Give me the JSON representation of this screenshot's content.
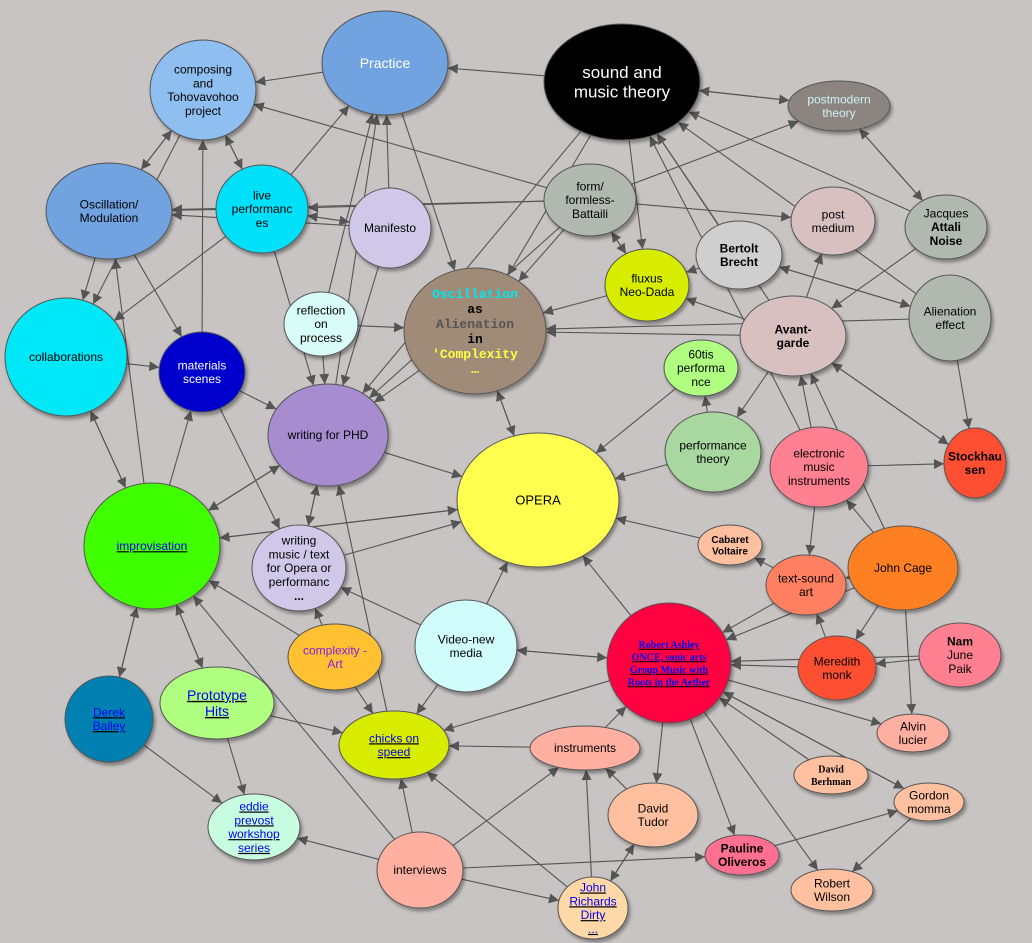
{
  "title": "concept map",
  "nodes": [
    {
      "id": "practice",
      "lines": [
        "Practice"
      ],
      "fill": "#6fa3e0",
      "color": "#ffffff"
    },
    {
      "id": "sound",
      "lines": [
        "sound and",
        "music theory"
      ],
      "fill": "#000000",
      "color": "#ffffff"
    },
    {
      "id": "composing",
      "lines": [
        "composing",
        "and",
        "Tohovavohoo",
        "project"
      ],
      "fill": "#8fbff0",
      "color": "#000000"
    },
    {
      "id": "postmodern",
      "lines": [
        "postmodern",
        "theory"
      ],
      "fill": "#8c8480",
      "color": "#d0f4f4"
    },
    {
      "id": "oscmod",
      "lines": [
        "Oscillation/",
        "Modulation"
      ],
      "fill": "#6fa3e0",
      "color": "#000000"
    },
    {
      "id": "live",
      "lines": [
        "live",
        "performanc",
        "es"
      ],
      "fill": "#00e0f8",
      "color": "#000000"
    },
    {
      "id": "manifesto",
      "lines": [
        "Manifesto"
      ],
      "fill": "#d0c8e8",
      "color": "#000000"
    },
    {
      "id": "form",
      "lines": [
        "form/",
        "formless-",
        "Battaili"
      ],
      "fill": "#b0b8b0",
      "color": "#000000"
    },
    {
      "id": "postmedium",
      "lines": [
        "post",
        "medium"
      ],
      "fill": "#d8c0c0",
      "color": "#000000"
    },
    {
      "id": "jacques",
      "lines": [
        "Jacques",
        "Attali",
        "Noise"
      ],
      "fill": "#b0b8b0",
      "color": "#000000",
      "boldLines": [
        1,
        2
      ]
    },
    {
      "id": "brecht",
      "lines": [
        "Bertolt",
        "Brecht"
      ],
      "fill": "#cfcfcf",
      "color": "#000000",
      "style": "bold"
    },
    {
      "id": "collab",
      "lines": [
        "collaborations"
      ],
      "fill": "#00e8f8",
      "color": "#000000"
    },
    {
      "id": "reflection",
      "lines": [
        "reflection",
        "on",
        "process"
      ],
      "fill": "#d8fcf8",
      "color": "#000000"
    },
    {
      "id": "oaaic",
      "lines": [
        "Oscillation",
        "as",
        "Alienation",
        "in",
        "'Complexity",
        "…"
      ],
      "fill": "#a08a78",
      "lineColors": [
        "#00e8f0",
        "#000000",
        "#555555",
        "#000000",
        "#ffff40",
        "#ffff40"
      ],
      "style": "mono"
    },
    {
      "id": "fluxus",
      "lines": [
        "fluxus",
        "Neo-Dada"
      ],
      "fill": "#d8ec00",
      "color": "#000000"
    },
    {
      "id": "alienation",
      "lines": [
        "Alienation",
        "effect"
      ],
      "fill": "#b0b8b0",
      "color": "#000000"
    },
    {
      "id": "avant",
      "lines": [
        "Avant-",
        "garde"
      ],
      "fill": "#d8c0c0",
      "color": "#000000",
      "style": "bold"
    },
    {
      "id": "materials",
      "lines": [
        "materials",
        "scenes"
      ],
      "fill": "#0000cc",
      "color": "#ffffff"
    },
    {
      "id": "sixties",
      "lines": [
        "60tis",
        "performa",
        "nce"
      ],
      "fill": "#b0ff80",
      "color": "#000000"
    },
    {
      "id": "phd",
      "lines": [
        "writing for PHD"
      ],
      "fill": "#a88cd0",
      "color": "#000000"
    },
    {
      "id": "opera",
      "lines": [
        "OPERA"
      ],
      "fill": "#ffff50",
      "color": "#000000"
    },
    {
      "id": "perftheory",
      "lines": [
        "performance",
        "theory"
      ],
      "fill": "#a8d8a0",
      "color": "#000000"
    },
    {
      "id": "electronic",
      "lines": [
        "electronic",
        "music",
        "instruments"
      ],
      "fill": "#ff8090",
      "color": "#000000"
    },
    {
      "id": "stockhausen",
      "lines": [
        "Stockhau",
        "sen"
      ],
      "fill": "#ff5030",
      "color": "#000000",
      "style": "bold"
    },
    {
      "id": "improv",
      "lines": [
        "improvisation"
      ],
      "fill": "#40ff00",
      "color": "#0000ee",
      "link": true
    },
    {
      "id": "writingmusic",
      "lines": [
        "writing",
        "music / text",
        "for Opera or",
        "performanc",
        "..."
      ],
      "fill": "#d0c8e8",
      "color": "#000000",
      "boldLines": [
        4
      ]
    },
    {
      "id": "cabaret",
      "lines": [
        "Cabaret",
        "Voltaire"
      ],
      "fill": "#ffc0a0",
      "color": "#000000",
      "style": "bold",
      "small": true
    },
    {
      "id": "cage",
      "lines": [
        "John Cage"
      ],
      "fill": "#ff8020",
      "color": "#000000"
    },
    {
      "id": "textsound",
      "lines": [
        "text-sound",
        "art"
      ],
      "fill": "#ff8060",
      "color": "#000000"
    },
    {
      "id": "ashley",
      "lines": [
        "Robert Ashley",
        "ONCE, sonic arts",
        "Group Music with",
        "Roots in the Aether"
      ],
      "fill": "#ff0040",
      "color": "#0000ee",
      "style": "serif",
      "link": true
    },
    {
      "id": "namjune",
      "lines": [
        "Nam",
        "June",
        "Paik"
      ],
      "fill": "#ff8090",
      "color": "#000000",
      "boldLines": [
        0
      ]
    },
    {
      "id": "meredith",
      "lines": [
        "Meredith",
        "monk"
      ],
      "fill": "#ff5030",
      "color": "#000000"
    },
    {
      "id": "video",
      "lines": [
        "Video-new",
        "media"
      ],
      "fill": "#d0fcfc",
      "color": "#000000"
    },
    {
      "id": "complexity",
      "lines": [
        "complexity -",
        "Art"
      ],
      "fill": "#ffc030",
      "color": "#8020e0"
    },
    {
      "id": "derek",
      "lines": [
        "Derek",
        "Bailey"
      ],
      "fill": "#0080b0",
      "color": "#0000ee",
      "link": true
    },
    {
      "id": "prototype",
      "lines": [
        "Prototype",
        "Hits"
      ],
      "fill": "#b0ff80",
      "color": "#0000ee",
      "link": true,
      "big": true
    },
    {
      "id": "chicks",
      "lines": [
        "chicks on",
        "speed"
      ],
      "fill": "#d8ec00",
      "color": "#0000ee",
      "link": true
    },
    {
      "id": "instruments",
      "lines": [
        "instruments"
      ],
      "fill": "#ffb0a0",
      "color": "#000000"
    },
    {
      "id": "alvin",
      "lines": [
        "Alvin",
        "lucier"
      ],
      "fill": "#ffb0a0",
      "color": "#000000"
    },
    {
      "id": "berhman",
      "lines": [
        "David",
        "Berhman"
      ],
      "fill": "#ffc0a0",
      "color": "#000000",
      "style": "serif"
    },
    {
      "id": "gordon",
      "lines": [
        "Gordon",
        "momma"
      ],
      "fill": "#ffc0a0",
      "color": "#000000"
    },
    {
      "id": "tudor",
      "lines": [
        "David",
        "Tudor"
      ],
      "fill": "#ffc0a0",
      "color": "#000000"
    },
    {
      "id": "eddie",
      "lines": [
        "eddie",
        "prevost",
        "workshop",
        "series"
      ],
      "fill": "#c8fce0",
      "color": "#0000ee",
      "link": true
    },
    {
      "id": "pauline",
      "lines": [
        "Pauline",
        "Oliveros"
      ],
      "fill": "#ff7090",
      "color": "#000000",
      "style": "bold"
    },
    {
      "id": "interviews",
      "lines": [
        "interviews"
      ],
      "fill": "#ffb0a0",
      "color": "#000000"
    },
    {
      "id": "wilson",
      "lines": [
        "Robert",
        "Wilson"
      ],
      "fill": "#ffc0a0",
      "color": "#000000"
    },
    {
      "id": "richards",
      "lines": [
        "John",
        "Richards",
        "Dirty",
        "..."
      ],
      "fill": "#ffd8a8",
      "color": "#0000ee",
      "link": true
    }
  ],
  "edges": [
    [
      "live",
      "practice"
    ],
    [
      "manifesto",
      "practice"
    ],
    [
      "reflection",
      "practice"
    ],
    [
      "practice",
      "oaaic"
    ],
    [
      "phd",
      "practice"
    ],
    [
      "sound",
      "practice"
    ],
    [
      "sound",
      "postmodern"
    ],
    [
      "postmodern",
      "sound"
    ],
    [
      "postmodern",
      "jacques"
    ],
    [
      "jacques",
      "postmodern"
    ],
    [
      "form",
      "postmodern"
    ],
    [
      "form",
      "composing"
    ],
    [
      "form",
      "oscmod"
    ],
    [
      "form",
      "live"
    ],
    [
      "form",
      "oaaic"
    ],
    [
      "form",
      "phd"
    ],
    [
      "form",
      "fluxus"
    ],
    [
      "fluxus",
      "form"
    ],
    [
      "form",
      "postmedium"
    ],
    [
      "brecht",
      "sound"
    ],
    [
      "avant",
      "sound"
    ],
    [
      "electronic",
      "sound"
    ],
    [
      "alienation",
      "sound"
    ],
    [
      "jacques",
      "sound"
    ],
    [
      "sound",
      "oaaic"
    ],
    [
      "sound",
      "fluxus"
    ],
    [
      "sound",
      "phd"
    ],
    [
      "composing",
      "live"
    ],
    [
      "live",
      "composing"
    ],
    [
      "composing",
      "collab"
    ],
    [
      "oscmod",
      "composing"
    ],
    [
      "composing",
      "oscmod"
    ],
    [
      "live",
      "oscmod"
    ],
    [
      "practice",
      "composing"
    ],
    [
      "manifesto",
      "live"
    ],
    [
      "live",
      "collab"
    ],
    [
      "oscmod",
      "collab"
    ],
    [
      "oscmod",
      "materials"
    ],
    [
      "collab",
      "materials"
    ],
    [
      "materials",
      "composing"
    ],
    [
      "materials",
      "phd"
    ],
    [
      "materials",
      "writingmusic"
    ],
    [
      "improv",
      "materials"
    ],
    [
      "improv",
      "collab"
    ],
    [
      "collab",
      "improv"
    ],
    [
      "improv",
      "oscmod"
    ],
    [
      "improv",
      "phd"
    ],
    [
      "phd",
      "improv"
    ],
    [
      "opera",
      "improv"
    ],
    [
      "improv",
      "prototype"
    ],
    [
      "prototype",
      "improv"
    ],
    [
      "derek",
      "improv"
    ],
    [
      "improv",
      "derek"
    ],
    [
      "derek",
      "eddie"
    ],
    [
      "prototype",
      "eddie"
    ],
    [
      "prototype",
      "chicks"
    ],
    [
      "complexity",
      "improv"
    ],
    [
      "writingmusic",
      "phd"
    ],
    [
      "video",
      "writingmusic"
    ],
    [
      "video",
      "chicks"
    ],
    [
      "video",
      "ashley"
    ],
    [
      "ashley",
      "video"
    ],
    [
      "video",
      "opera"
    ],
    [
      "chicks",
      "phd"
    ],
    [
      "interviews",
      "chicks"
    ],
    [
      "interviews",
      "eddie"
    ],
    [
      "interviews",
      "richards"
    ],
    [
      "interviews",
      "pauline"
    ],
    [
      "interviews",
      "improv"
    ],
    [
      "instruments",
      "chicks"
    ],
    [
      "instruments",
      "ashley"
    ],
    [
      "tudor",
      "instruments"
    ],
    [
      "tudor",
      "richards"
    ],
    [
      "richards",
      "instruments"
    ],
    [
      "richards",
      "tudor"
    ],
    [
      "ashley",
      "chicks"
    ],
    [
      "ashley",
      "opera"
    ],
    [
      "ashley",
      "tudor"
    ],
    [
      "ashley",
      "pauline"
    ],
    [
      "ashley",
      "wilson"
    ],
    [
      "berhman",
      "ashley"
    ],
    [
      "gordon",
      "ashley"
    ],
    [
      "ashley",
      "gordon"
    ],
    [
      "pauline",
      "gordon"
    ],
    [
      "gordon",
      "wilson"
    ],
    [
      "ashley",
      "alvin"
    ],
    [
      "meredith",
      "ashley"
    ],
    [
      "namjune",
      "ashley"
    ],
    [
      "cage",
      "meredith"
    ],
    [
      "cage",
      "alvin"
    ],
    [
      "cage",
      "ashley"
    ],
    [
      "textsound",
      "ashley"
    ],
    [
      "cabaret",
      "opera"
    ],
    [
      "electronic",
      "stockhausen"
    ],
    [
      "avant",
      "stockhausen"
    ],
    [
      "stockhausen",
      "avant"
    ],
    [
      "alienation",
      "stockhausen"
    ],
    [
      "avant",
      "fluxus"
    ],
    [
      "avant",
      "oaaic"
    ],
    [
      "alienation",
      "oaaic"
    ],
    [
      "brecht",
      "alienation"
    ],
    [
      "alienation",
      "brecht"
    ],
    [
      "jacques",
      "avant"
    ],
    [
      "avant",
      "postmedium"
    ],
    [
      "perftheory",
      "opera"
    ],
    [
      "perftheory",
      "sixties"
    ],
    [
      "avant",
      "perftheory"
    ],
    [
      "electronic",
      "avant"
    ],
    [
      "cage",
      "avant"
    ],
    [
      "cage",
      "electronic"
    ],
    [
      "oaaic",
      "opera"
    ],
    [
      "opera",
      "oaaic"
    ],
    [
      "oaaic",
      "phd"
    ],
    [
      "reflection",
      "phd"
    ],
    [
      "manifesto",
      "phd"
    ],
    [
      "live",
      "phd"
    ],
    [
      "phd",
      "opera"
    ],
    [
      "phd",
      "writingmusic"
    ],
    [
      "complexity",
      "writingmusic"
    ],
    [
      "complexity",
      "chicks"
    ],
    [
      "fluxus",
      "oaaic"
    ],
    [
      "sixties",
      "opera"
    ],
    [
      "electronic",
      "textsound"
    ],
    [
      "meredith",
      "textsound"
    ],
    [
      "namjune",
      "meredith"
    ],
    [
      "cage",
      "textsound"
    ],
    [
      "textsound",
      "cabaret"
    ],
    [
      "brecht",
      "fluxus"
    ],
    [
      "manifesto",
      "oscmod"
    ],
    [
      "writingmusic",
      "opera"
    ],
    [
      "improv",
      "opera"
    ],
    [
      "reflection",
      "oaaic"
    ],
    [
      "live",
      "manifesto"
    ],
    [
      "richards",
      "chicks"
    ],
    [
      "interviews",
      "instruments"
    ]
  ]
}
